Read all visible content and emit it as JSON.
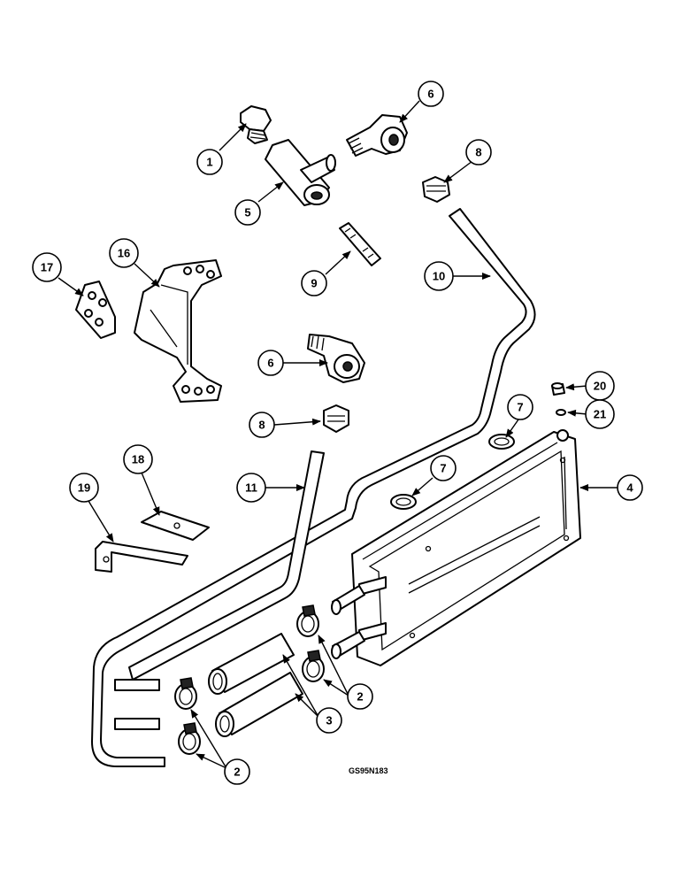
{
  "callouts": [
    "1",
    "2",
    "3",
    "4",
    "5",
    "6",
    "7",
    "8",
    "9",
    "10",
    "11",
    "16",
    "17",
    "18",
    "19",
    "20",
    "21"
  ],
  "drawing_code": "GS95N183"
}
